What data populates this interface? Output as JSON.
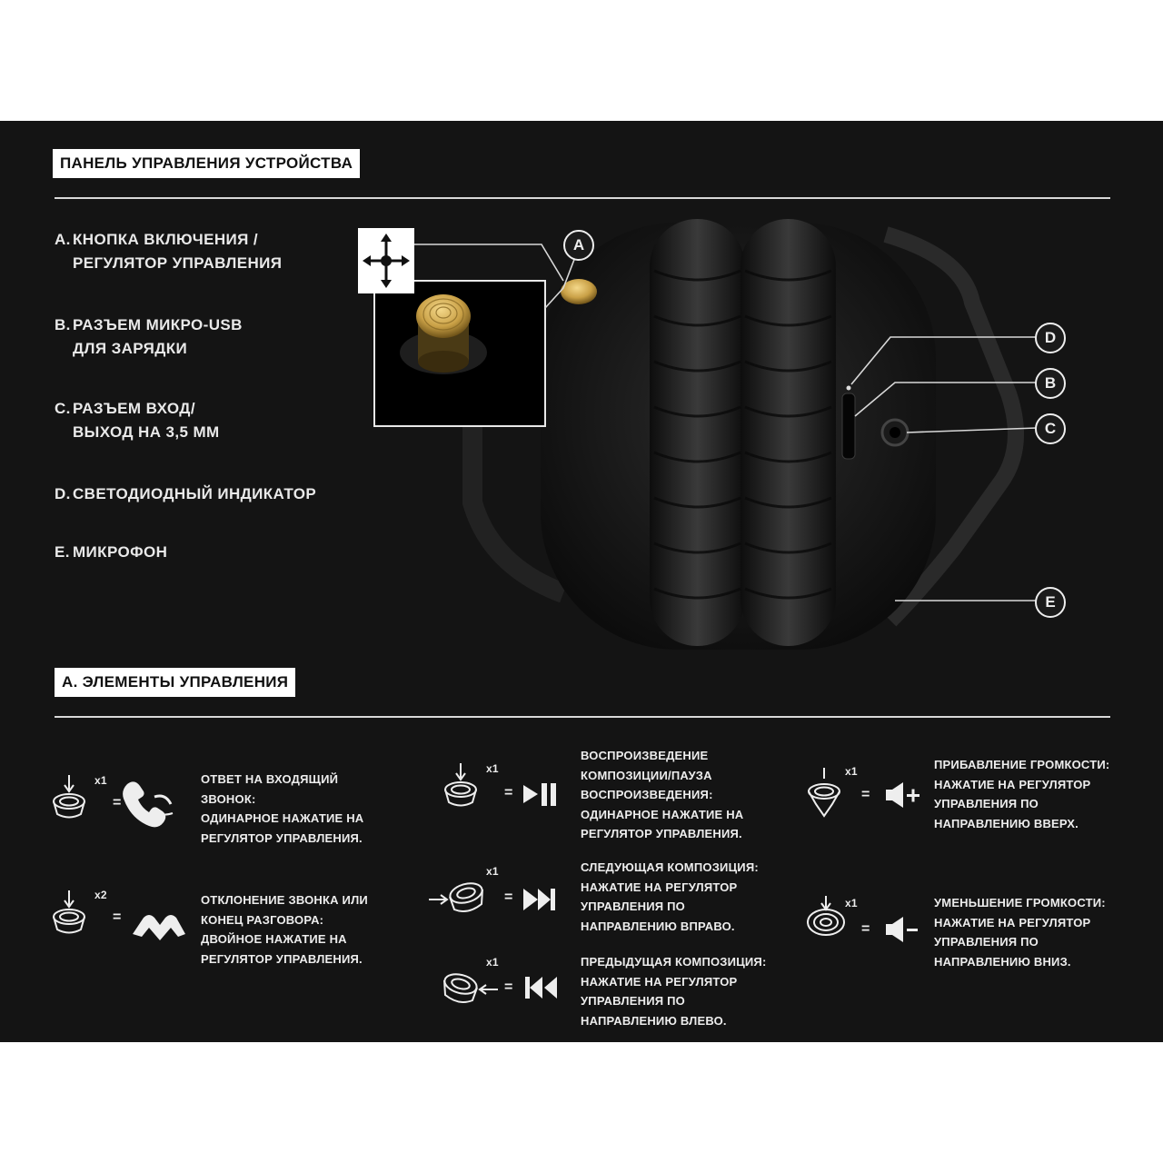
{
  "sections": {
    "panel_title": "ПАНЕЛЬ УПРАВЛЕНИЯ УСТРОЙСТВА",
    "controls_title": "A. ЭЛЕМЕНТЫ УПРАВЛЕНИЯ"
  },
  "parts": [
    {
      "letter": "A.",
      "line1": "КНОПКА ВКЛЮЧЕНИЯ /",
      "line2": "РЕГУЛЯТОР УПРАВЛЕНИЯ"
    },
    {
      "letter": "B.",
      "line1": "РАЗЪЕМ МИКРО-USB",
      "line2": "ДЛЯ ЗАРЯДКИ"
    },
    {
      "letter": "C.",
      "line1": "РАЗЪЕМ ВХОД/",
      "line2": "ВЫХОД НА 3,5 ММ"
    },
    {
      "letter": "D.",
      "line1": "СВЕТОДИОДНЫЙ ИНДИКАТОР",
      "line2": ""
    },
    {
      "letter": "E.",
      "line1": "МИКРОФОН",
      "line2": ""
    }
  ],
  "callouts": {
    "a": "A",
    "b": "B",
    "c": "C",
    "d": "D",
    "e": "E"
  },
  "controls": {
    "answer": {
      "count": "x1",
      "eq": "=",
      "lines": [
        "ОТВЕТ НА ВХОДЯЩИЙ",
        "ЗВОНОК:",
        "ОДИНАРНОЕ НАЖАТИЕ НА",
        "РЕГУЛЯТОР УПРАВЛЕНИЯ."
      ]
    },
    "reject": {
      "count": "x2",
      "eq": "=",
      "lines": [
        "ОТКЛОНЕНИЕ ЗВОНКА ИЛИ",
        "КОНЕЦ РАЗГОВОРА:",
        "ДВОЙНОЕ НАЖАТИЕ НА",
        "РЕГУЛЯТОР УПРАВЛЕНИЯ."
      ]
    },
    "play": {
      "count": "x1",
      "eq": "=",
      "lines": [
        "ВОСПРОИЗВЕДЕНИЕ",
        "КОМПОЗИЦИИ/ПАУЗА",
        "ВОСПРОИЗВЕДЕНИЯ:",
        "ОДИНАРНОЕ НАЖАТИЕ НА",
        "РЕГУЛЯТОР УПРАВЛЕНИЯ."
      ]
    },
    "next": {
      "count": "x1",
      "eq": "=",
      "lines": [
        "СЛЕДУЮЩАЯ КОМПОЗИЦИЯ:",
        "НАЖАТИЕ НА РЕГУЛЯТОР",
        "УПРАВЛЕНИЯ ПО",
        "НАПРАВЛЕНИЮ ВПРАВО."
      ]
    },
    "prev": {
      "count": "x1",
      "eq": "=",
      "lines": [
        "ПРЕДЫДУЩАЯ КОМПОЗИЦИЯ:",
        "НАЖАТИЕ НА РЕГУЛЯТОР",
        "УПРАВЛЕНИЯ ПО",
        "НАПРАВЛЕНИЮ ВЛЕВО."
      ]
    },
    "volup": {
      "count": "x1",
      "eq": "=",
      "lines": [
        "ПРИБАВЛЕНИЕ ГРОМКОСТИ:",
        "НАЖАТИЕ НА РЕГУЛЯТОР",
        "УПРАВЛЕНИЯ ПО",
        "НАПРАВЛЕНИЮ ВВЕРХ."
      ]
    },
    "voldown": {
      "count": "x1",
      "eq": "=",
      "lines": [
        "УМЕНЬШЕНИЕ ГРОМКОСТИ:",
        "НАЖАТИЕ НА РЕГУЛЯТОР",
        "УПРАВЛЕНИЯ ПО",
        "НАПРАВЛЕНИЮ ВНИЗ."
      ]
    }
  },
  "colors": {
    "background": "#141414",
    "brass": "#c9a046",
    "text": "#ededed"
  }
}
